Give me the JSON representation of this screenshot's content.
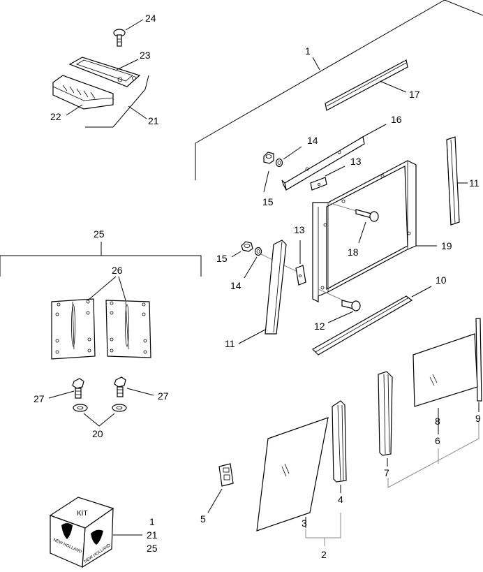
{
  "labels": {
    "p1": "1",
    "p2": "2",
    "p3": "3",
    "p4": "4",
    "p5": "5",
    "p6": "6",
    "p7": "7",
    "p8": "8",
    "p9": "9",
    "p10": "10",
    "p11a": "11",
    "p11b": "11",
    "p12": "12",
    "p13a": "13",
    "p13b": "13",
    "p14a": "14",
    "p14b": "14",
    "p15a": "15",
    "p15b": "15",
    "p16": "16",
    "p17": "17",
    "p18": "18",
    "p19": "19",
    "p20": "20",
    "p21": "21",
    "p22": "22",
    "p23": "23",
    "p24": "24",
    "p25": "25",
    "p26": "26",
    "p27a": "27",
    "p27b": "27"
  },
  "kit_box": {
    "title": "KIT",
    "brand_left": "NEW HOLLAND",
    "brand_right": "NEW HOLLAND",
    "refs": [
      "1",
      "21",
      "25"
    ]
  }
}
